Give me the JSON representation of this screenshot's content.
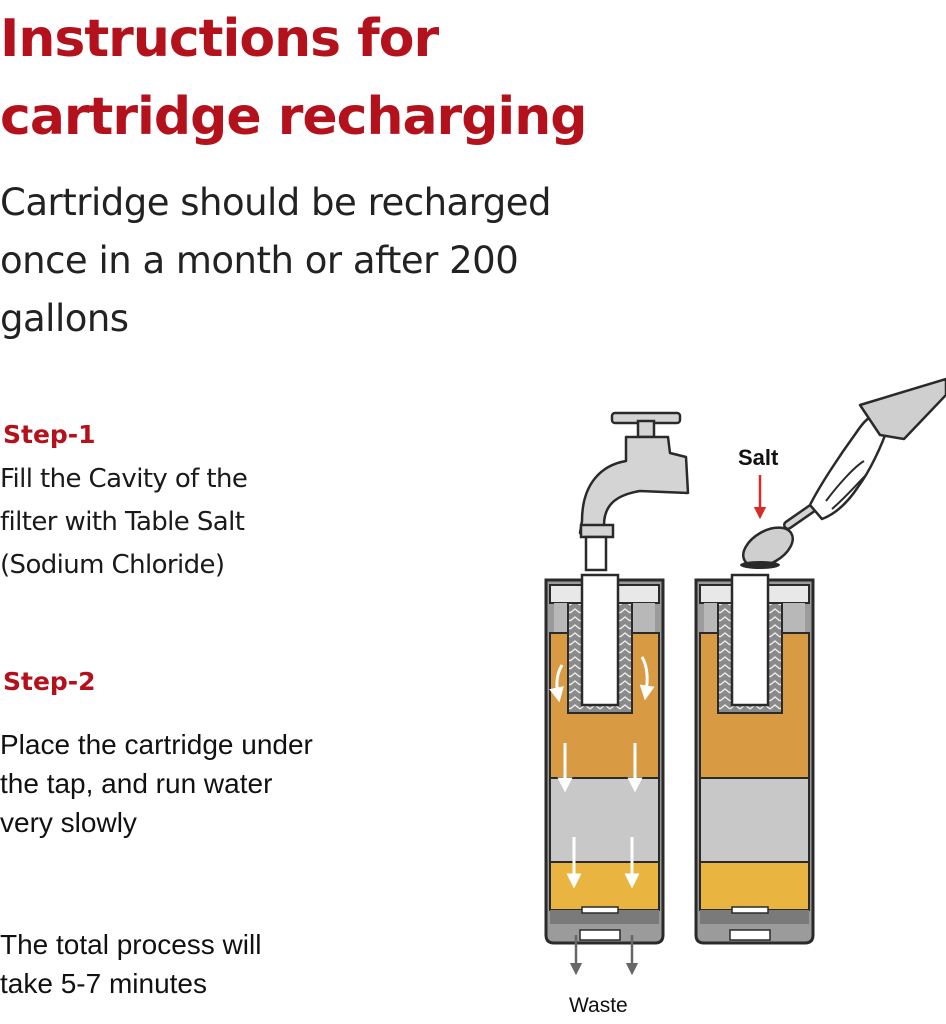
{
  "title": "Instructions for cartridge recharging",
  "subtitle": "Cartridge should be recharged once in a month or after 200 gallons",
  "step1": {
    "heading": "Step-1",
    "text": "Fill the Cavity of the filter with Table Salt (Sodium Chloride)"
  },
  "step2": {
    "heading": "Step-2",
    "text": "Place the cartridge under the tap, and run water very slowly"
  },
  "process_note": "The total process will take 5-7 minutes",
  "illustration": {
    "salt_label": "Salt",
    "waste_label": "Waste",
    "icons": [
      "tap-icon",
      "spoon-icon",
      "hand-icon",
      "cartridge-icon"
    ]
  },
  "colors": {
    "heading_red": "#b3121c",
    "media_orange": "#d89a43",
    "media_yellow": "#e9b540",
    "media_gray": "#c8c8c8",
    "outline": "#2a2a2a"
  }
}
